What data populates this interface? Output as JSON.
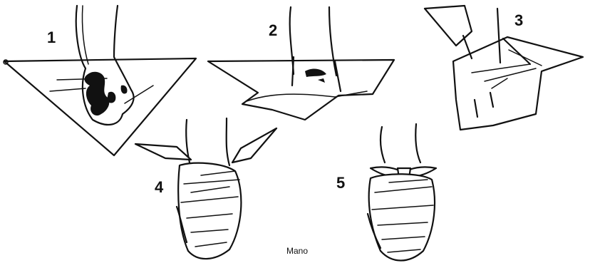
{
  "steps": [
    {
      "label": "1"
    },
    {
      "label": "2"
    },
    {
      "label": "3"
    },
    {
      "label": "4"
    },
    {
      "label": "5"
    }
  ],
  "caption": "Mano"
}
